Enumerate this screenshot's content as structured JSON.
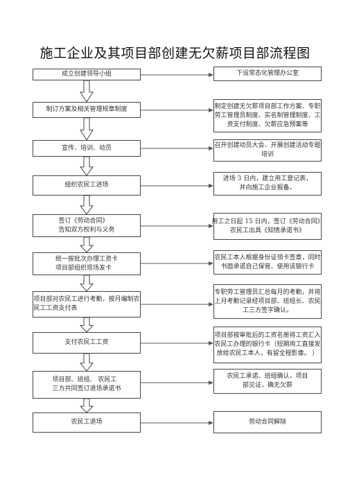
{
  "title": "施工企业及其项目部创建无欠薪项目部流程图",
  "steps": [
    {
      "left": [
        "成立创建领导小组"
      ],
      "right": [
        "下设常态化管理办公室"
      ]
    },
    {
      "left": [
        "制订方案及相关管理规章制度"
      ],
      "right": [
        "制定创建无欠薪项目部工作方案、专职",
        "劳工管理员制度、实名制管理制度、工",
        "资支付制度、欠薪应急预案等"
      ]
    },
    {
      "left": [
        "宣传、培训、动员"
      ],
      "right": [
        "召开创建动员大会、开展创建活动专题",
        "培训"
      ]
    },
    {
      "left": [
        "组织农民工进场"
      ],
      "right": [
        "进场 3 日内，建立用工登记表，",
        "并向施工企业报备。"
      ]
    },
    {
      "left": [
        "签订《劳动合同》",
        "告知双方权利与义务"
      ],
      "right": [
        "用工之日起    15 日内，签订《劳动合同》",
        "农民工出具《知情承诺书》"
      ]
    },
    {
      "left": [
        "统一按批次办理工资卡",
        "项目部组织现场发卡"
      ],
      "right": [
        "农民工本人根据身份证领卡签章，同时",
        "书面承诺自己保管、使用该银行卡"
      ]
    },
    {
      "left": [
        "项目部对农民工进行考勤，按月编制农",
        "民工工资支付表"
      ],
      "right": [
        "专职劳工管理员汇总每月的考勤，并将",
        "上月考勤记录经项目部、班组长、农民",
        "工三方签字确认。"
      ]
    },
    {
      "left": [
        "支付农民工工资"
      ],
      "right": [
        "项目部按审批后的工资名册将工资汇入",
        "农民工办理的银行卡（短期用工直接发",
        "放给农民工本人，有留全程影像。    ）"
      ]
    },
    {
      "left": [
        "项目部、班组、        农民工",
        "三方共同签订退场承诺书"
      ],
      "right": [
        "农民工承诺、班组确认，项目",
        "部见证，确无欠薪"
      ]
    },
    {
      "left": [
        "农民工退场"
      ],
      "right": [
        "劳动合同解除"
      ]
    }
  ]
}
